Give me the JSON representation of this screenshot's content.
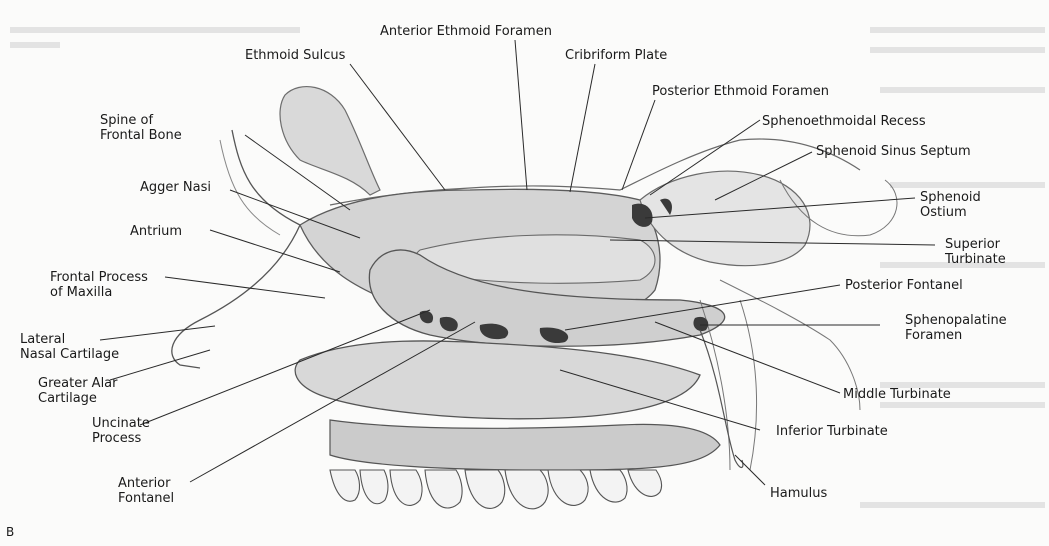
{
  "figure": {
    "panel_letter": "B",
    "labels": {
      "anterior_ethmoid_foramen": "Anterior Ethmoid Foramen",
      "ethmoid_sulcus": "Ethmoid Sulcus",
      "cribriform_plate": "Cribriform Plate",
      "posterior_ethmoid_foramen": "Posterior Ethmoid Foramen",
      "sphenoethmoidal_recess": "Sphenoethmoidal Recess",
      "spine_of_frontal_bone": "Spine of\nFrontal Bone",
      "sphenoid_sinus_septum": "Sphenoid Sinus Septum",
      "agger_nasi": "Agger Nasi",
      "sphenoid_ostium": "Sphenoid\nOstium",
      "antrium": "Antrium",
      "superior_turbinate": "Superior\nTurbinate",
      "frontal_process_of_maxilla": "Frontal Process\nof Maxilla",
      "posterior_fontanel": "Posterior Fontanel",
      "lateral_nasal_cartilage": "Lateral\nNasal Cartilage",
      "sphenopalatine_foramen": "Sphenopalatine\nForamen",
      "greater_alar_cartilage": "Greater Alar\nCartilage",
      "middle_turbinate": "Middle Turbinate",
      "uncinate_process": "Uncinate\nProcess",
      "inferior_turbinate": "Inferior Turbinate",
      "anterior_fontanel": "Anterior\nFontanel",
      "hamulus": "Hamulus"
    }
  }
}
